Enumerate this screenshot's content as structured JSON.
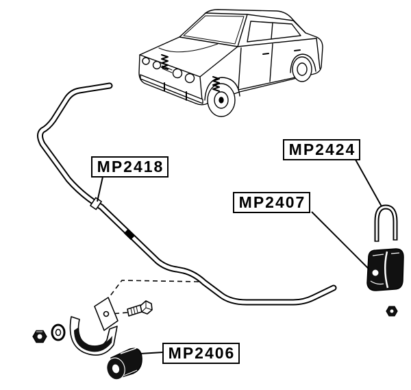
{
  "callouts": {
    "mp2418": "MP2418",
    "mp2424": "MP2424",
    "mp2407": "MP2407",
    "mp2406": "MP2406"
  }
}
